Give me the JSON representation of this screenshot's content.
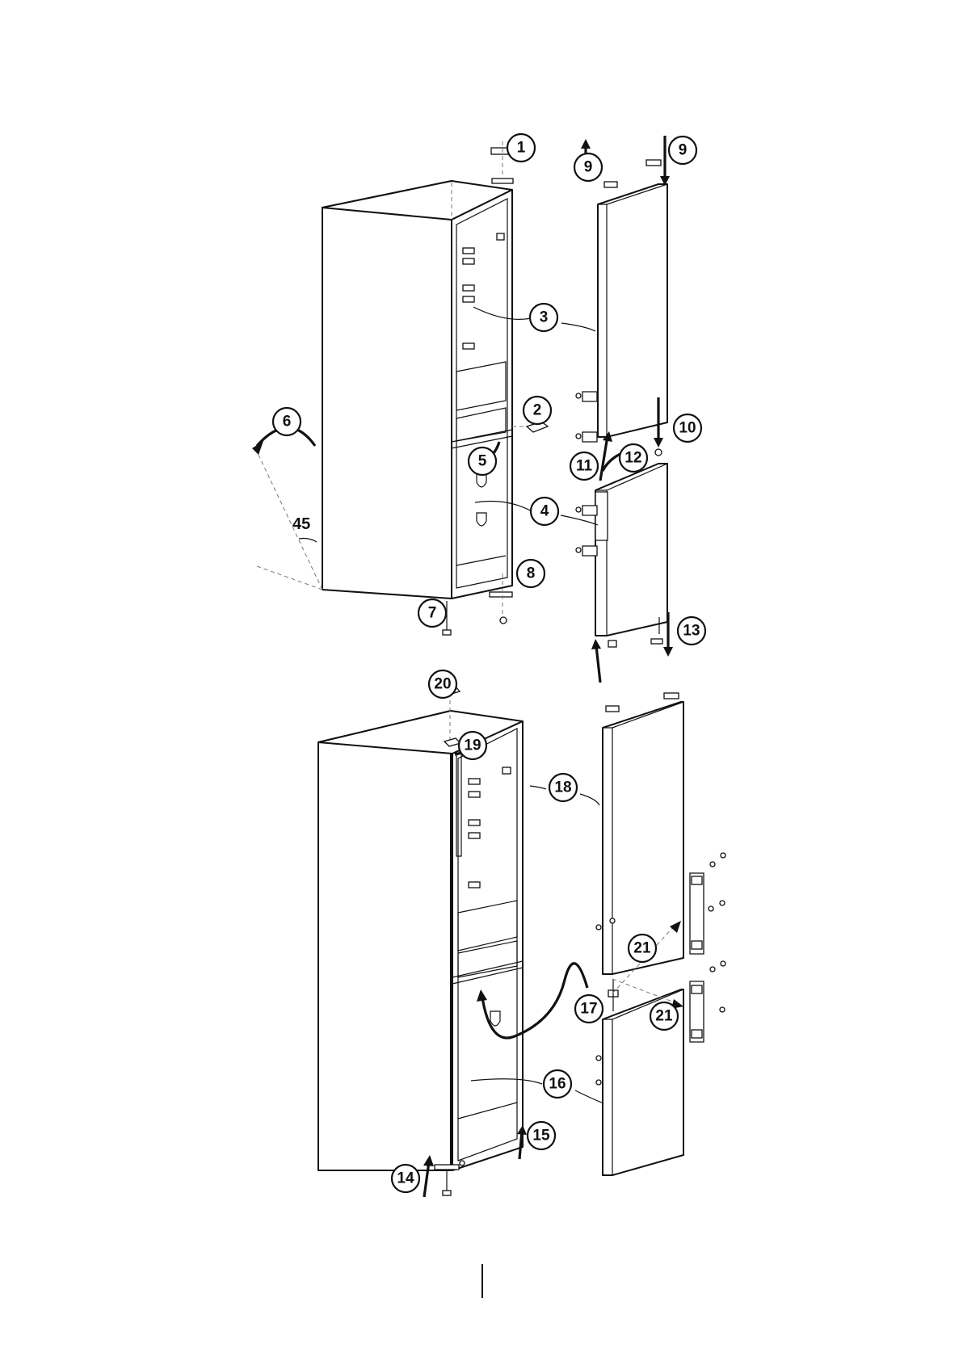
{
  "diagram": {
    "steps": [
      {
        "id": "step-1",
        "label": "1"
      },
      {
        "id": "step-2",
        "label": "2"
      },
      {
        "id": "step-3",
        "label": "3"
      },
      {
        "id": "step-4",
        "label": "4"
      },
      {
        "id": "step-5",
        "label": "5"
      },
      {
        "id": "step-6",
        "label": "6"
      },
      {
        "id": "step-7",
        "label": "7"
      },
      {
        "id": "step-8",
        "label": "8"
      },
      {
        "id": "step-9a",
        "label": "9"
      },
      {
        "id": "step-9b",
        "label": "9"
      },
      {
        "id": "step-10",
        "label": "10"
      },
      {
        "id": "step-11",
        "label": "11"
      },
      {
        "id": "step-12",
        "label": "12"
      },
      {
        "id": "step-13",
        "label": "13"
      },
      {
        "id": "step-14",
        "label": "14"
      },
      {
        "id": "step-15",
        "label": "15"
      },
      {
        "id": "step-16",
        "label": "16"
      },
      {
        "id": "step-17",
        "label": "17"
      },
      {
        "id": "step-18",
        "label": "18"
      },
      {
        "id": "step-19",
        "label": "19"
      },
      {
        "id": "step-20",
        "label": "20"
      },
      {
        "id": "step-21a",
        "label": "21"
      },
      {
        "id": "step-21b",
        "label": "21"
      }
    ],
    "tilt_angle_label": "45"
  }
}
